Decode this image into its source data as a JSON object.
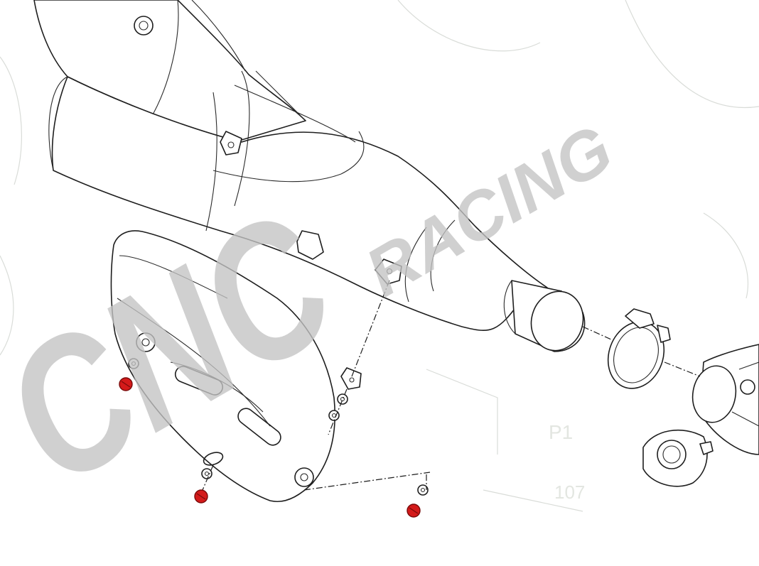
{
  "watermark": {
    "brand_main": "CNC",
    "brand_sub": "RACING",
    "color": "#c4c4c4"
  },
  "background_labels": {
    "label_a": "P1",
    "label_b": "107"
  },
  "colors": {
    "line": "#1e1e1e",
    "highlight_screw": "#d41a1a",
    "faint_background": "#d9dcd8"
  }
}
